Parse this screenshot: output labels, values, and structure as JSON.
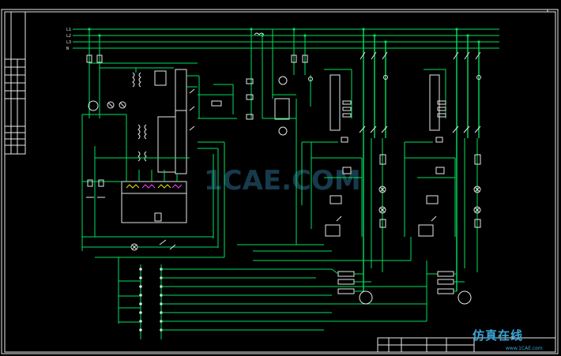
{
  "diagram": {
    "watermark": "1CAE.COM",
    "brand": {
      "name": "仿真在线",
      "url": "www.1CAE.com"
    },
    "bus_labels": [
      "L1",
      "L2",
      "L3",
      "N"
    ],
    "colors": {
      "background": "#000000",
      "wire": "#00e060",
      "component": "#e6e6e6",
      "accent_yellow": "#e6e600",
      "accent_magenta": "#ff40ff",
      "accent_cyan": "#00d8d8",
      "watermark": "#1f4f66",
      "brand": "#3aa7d8"
    }
  }
}
